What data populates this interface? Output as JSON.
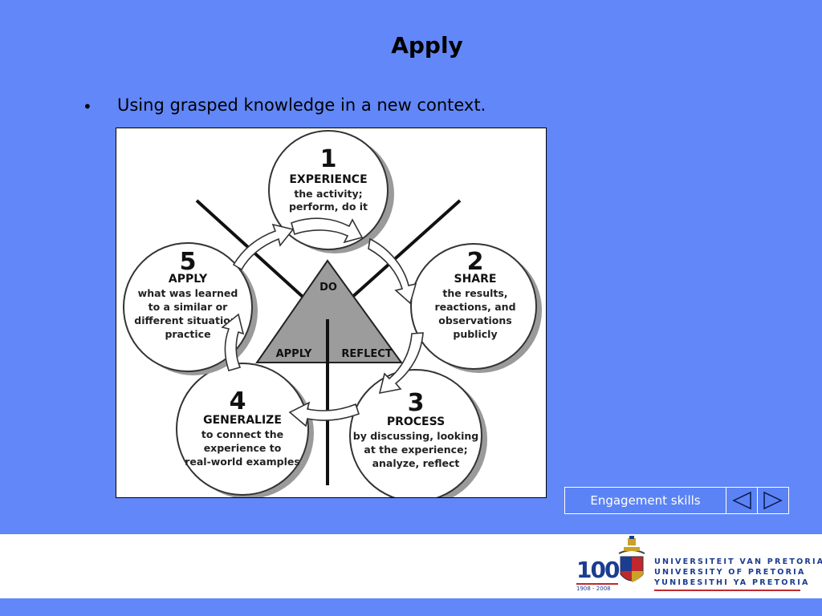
{
  "slide": {
    "title": "Apply",
    "bullet_marker": "•",
    "bullet": "Using grasped knowledge in a new context."
  },
  "diagram": {
    "triangle": {
      "top": "DO",
      "left": "APPLY",
      "right": "REFLECT"
    },
    "stages": [
      {
        "number": "1",
        "heading": "EXPERIENCE",
        "lines": [
          "the activity;",
          "perform, do it"
        ]
      },
      {
        "number": "2",
        "heading": "SHARE",
        "lines": [
          "the results,",
          "reactions, and",
          "observations",
          "publicly"
        ]
      },
      {
        "number": "3",
        "heading": "PROCESS",
        "lines": [
          "by discussing, looking",
          "at the experience;",
          "analyze, reflect"
        ]
      },
      {
        "number": "4",
        "heading": "GENERALIZE",
        "lines": [
          "to connect the",
          "experience to",
          "real-world examples"
        ]
      },
      {
        "number": "5",
        "heading": "APPLY",
        "lines": [
          "what was learned",
          "to a similar or",
          "different situation;",
          "practice"
        ]
      }
    ]
  },
  "nav": {
    "label": "Engagement skills",
    "prev_icon": "triangle-left-icon",
    "next_icon": "triangle-right-icon"
  },
  "footer": {
    "anniversary": {
      "number": "100",
      "years": "1908 - 2008"
    },
    "university_names": [
      "UNIVERSITEIT VAN PRETORIA",
      "UNIVERSITY OF PRETORIA",
      "YUNIBESITHI YA PRETORIA"
    ],
    "crest_icon": "university-crest-icon",
    "colors": {
      "navy": "#1b3d8f",
      "red": "#c0282d",
      "background": "#6287f8"
    }
  }
}
